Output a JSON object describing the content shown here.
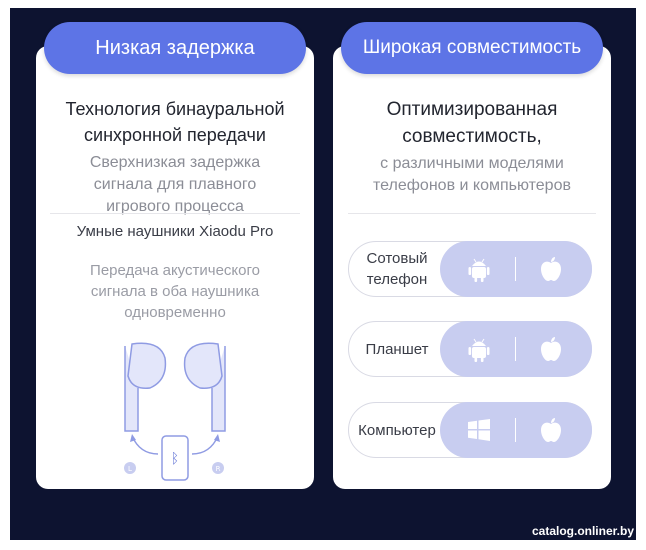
{
  "left": {
    "badge": "Низкая задержка",
    "title_line1": "Технология бинауральной",
    "title_line2": "синхронной передачи",
    "desc_line1": "Сверхнизкая задержка",
    "desc_line2": "сигнала для плавного",
    "desc_line3": "игрового процесса",
    "product_name": "Умные наушники Xiaodu Pro",
    "note_line1": "Передача акустического",
    "note_line2": "сигнала в оба наушника",
    "note_line3": "одновременно",
    "earbud_left_label": "L",
    "earbud_right_label": "R"
  },
  "right": {
    "badge": "Широкая совместимость",
    "title_line1": "Оптимизированная",
    "title_line2": "совместимость,",
    "desc_line1": "с различными моделями",
    "desc_line2": "телефонов и компьютеров",
    "devices": [
      {
        "label_line1": "Сотовый",
        "label_line2": "телефон",
        "icons": [
          "android-icon",
          "apple-icon"
        ]
      },
      {
        "label_line1": "Планшет",
        "label_line2": "",
        "icons": [
          "android-icon",
          "apple-icon"
        ]
      },
      {
        "label_line1": "Компьютер",
        "label_line2": "",
        "icons": [
          "windows-icon",
          "apple-icon"
        ]
      }
    ]
  },
  "watermark": "catalog.onliner.by",
  "colors": {
    "background": "#0d1330",
    "accent": "#5d74e6",
    "os_bar": "#c8cdf0",
    "diagram_fill": "#e3e6fa",
    "diagram_stroke": "#8f9be3"
  }
}
